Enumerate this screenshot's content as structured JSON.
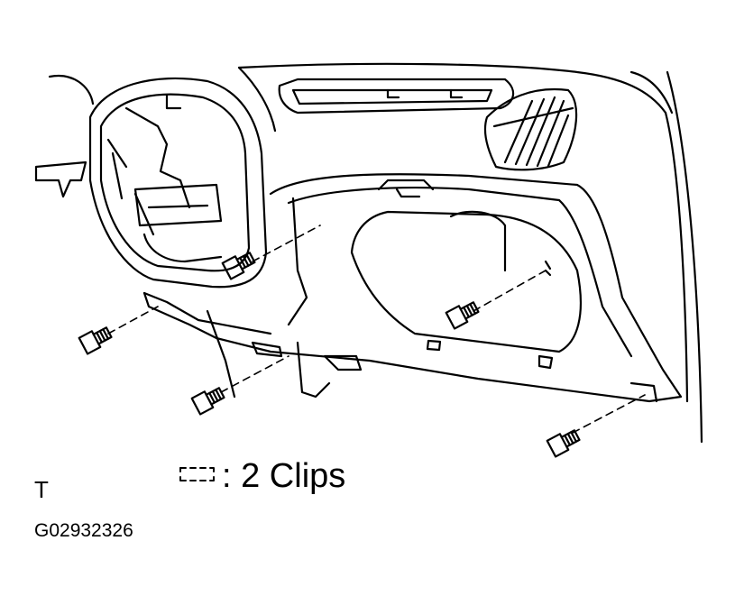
{
  "diagram": {
    "legend_text": ": 2 Clips",
    "figure_code": "G02932326",
    "corner_mark": "T",
    "legend_icon": "clip-symbol-icon",
    "line_color": "#000000",
    "background": "#ffffff"
  }
}
